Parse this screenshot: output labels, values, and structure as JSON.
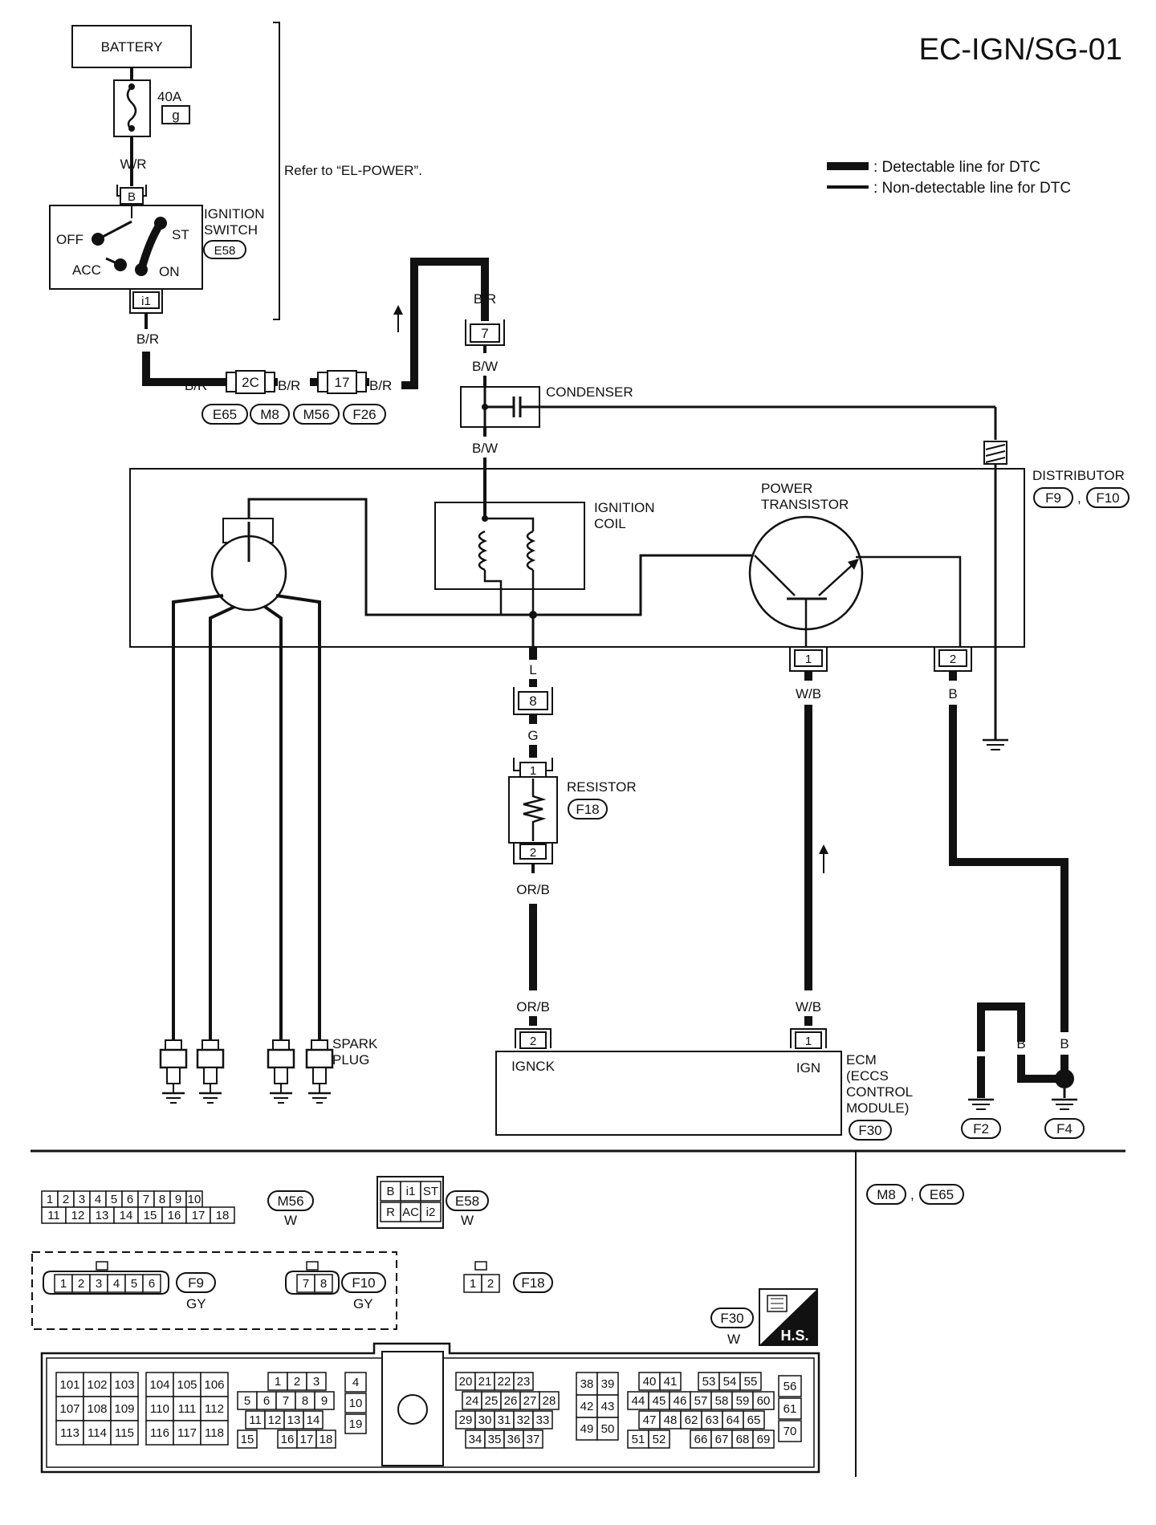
{
  "page_id": "EC-IGN/SG-01",
  "legend": {
    "detectable": ": Detectable line for DTC",
    "non_detectable": ": Non-detectable line for DTC"
  },
  "components": {
    "battery": "BATTERY",
    "fuse_amp": "40A",
    "fuse_code": "g",
    "refer_note": "Refer to “EL-POWER”.",
    "ign_switch_line1": "IGNITION",
    "ign_switch_line2": "SWITCH",
    "ign_switch_conn": "E58",
    "sw_off": "OFF",
    "sw_acc": "ACC",
    "sw_st": "ST",
    "sw_on": "ON",
    "sw_pin_b": "B",
    "sw_pin_i1": "i1",
    "condenser": "CONDENSER",
    "distributor": "DISTRIBUTOR",
    "ign_coil_line1": "IGNITION",
    "ign_coil_line2": "COIL",
    "power_tr_line1": "POWER",
    "power_tr_line2": "TRANSISTOR",
    "resistor": "RESISTOR",
    "resistor_conn": "F18",
    "spark_line1": "SPARK",
    "spark_line2": "PLUG",
    "ecm_line1": "ECM",
    "ecm_line2": "(ECCS",
    "ecm_line3": "CONTROL",
    "ecm_line4": "MODULE)",
    "ecm_conn": "F30",
    "ecm_pin_igcnk": "IGNCK",
    "ecm_pin_ign": "IGN"
  },
  "wires": {
    "w_r": "W/R",
    "b_r": "B/R",
    "b_w": "B/W",
    "l": "L",
    "g": "G",
    "or_b": "OR/B",
    "w_b": "W/B",
    "b": "B"
  },
  "connectors": {
    "c2c": "2C",
    "c17": "17",
    "c7": "7",
    "c8": "8",
    "c1": "1",
    "c2": "2",
    "e65": "E65",
    "m8": "M8",
    "m56": "M56",
    "f26": "F26",
    "f9": "F9",
    "f10": "F10",
    "f2": "F2",
    "f4": "F4"
  },
  "connector_views": {
    "m56_row1": [
      "1",
      "2",
      "3",
      "4",
      "5",
      "6",
      "7",
      "8",
      "9",
      "10"
    ],
    "m56_row2": [
      "11",
      "12",
      "13",
      "14",
      "15",
      "16",
      "17",
      "18"
    ],
    "m56_label": "M56",
    "m56_color": "W",
    "e58_row1": [
      "B",
      "i1",
      "ST"
    ],
    "e58_row2": [
      "R",
      "AC",
      "i2"
    ],
    "e58_label": "E58",
    "e58_color": "W",
    "f9_pins": [
      "1",
      "2",
      "3",
      "4",
      "5",
      "6"
    ],
    "f9_label": "F9",
    "f9_color": "GY",
    "f10_pins": [
      "7",
      "8"
    ],
    "f10_label": "F10",
    "f10_color": "GY",
    "f18_pins": [
      "1",
      "2"
    ],
    "f18_label": "F18",
    "f30_label": "F30",
    "f30_color": "W",
    "hs_label": "H.S.",
    "m8_label": "M8",
    "e65_label": "E65",
    "ecm_g1": [
      "101",
      "102",
      "103",
      "107",
      "108",
      "109",
      "113",
      "114",
      "115"
    ],
    "ecm_g2": [
      "104",
      "105",
      "106",
      "110",
      "111",
      "112",
      "116",
      "117",
      "118"
    ],
    "ecm_g3_r1": [
      "1",
      "2",
      "3"
    ],
    "ecm_g3_r2": [
      "5",
      "6",
      "7",
      "8",
      "9"
    ],
    "ecm_g3_r3": [
      "11",
      "12",
      "13",
      "14"
    ],
    "ecm_g3_r4": [
      "15",
      "16",
      "17",
      "18"
    ],
    "ecm_g3_col": [
      "4",
      "10",
      "19"
    ],
    "ecm_g4_r1": [
      "20",
      "21",
      "22",
      "23"
    ],
    "ecm_g4_r2": [
      "24",
      "25",
      "26",
      "27",
      "28"
    ],
    "ecm_g4_r3": [
      "29",
      "30",
      "31",
      "32",
      "33"
    ],
    "ecm_g4_r4": [
      "34",
      "35",
      "36",
      "37"
    ],
    "ecm_g5": [
      "38",
      "39",
      "42",
      "43",
      "49",
      "50"
    ],
    "ecm_g6_r1a": [
      "40",
      "41"
    ],
    "ecm_g6_r1b": [
      "53",
      "54",
      "55"
    ],
    "ecm_g6_r2": [
      "44",
      "45",
      "46",
      "57",
      "58",
      "59",
      "60"
    ],
    "ecm_g6_r3": [
      "47",
      "48",
      "62",
      "63",
      "64",
      "65"
    ],
    "ecm_g6_r4a": [
      "51",
      "52"
    ],
    "ecm_g6_r4b": [
      "66",
      "67",
      "68",
      "69"
    ],
    "ecm_g7": [
      "56",
      "61",
      "70"
    ]
  }
}
